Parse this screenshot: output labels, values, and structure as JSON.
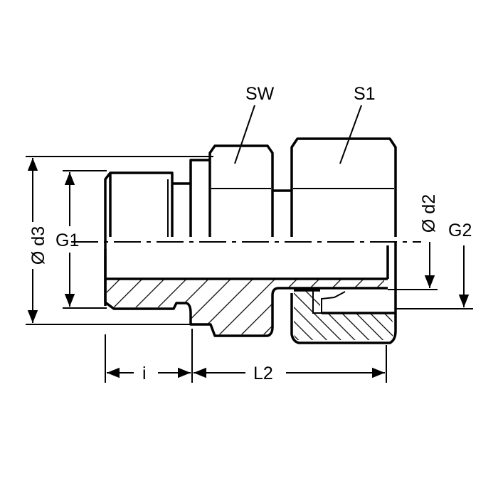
{
  "labels": {
    "sw": "SW",
    "s1": "S1",
    "d3": "Ø d3",
    "g1": "G1",
    "d2": "Ø d2",
    "g2": "G2",
    "i": "i",
    "l2": "L2"
  },
  "colors": {
    "line": "#000000",
    "background": "#ffffff"
  }
}
